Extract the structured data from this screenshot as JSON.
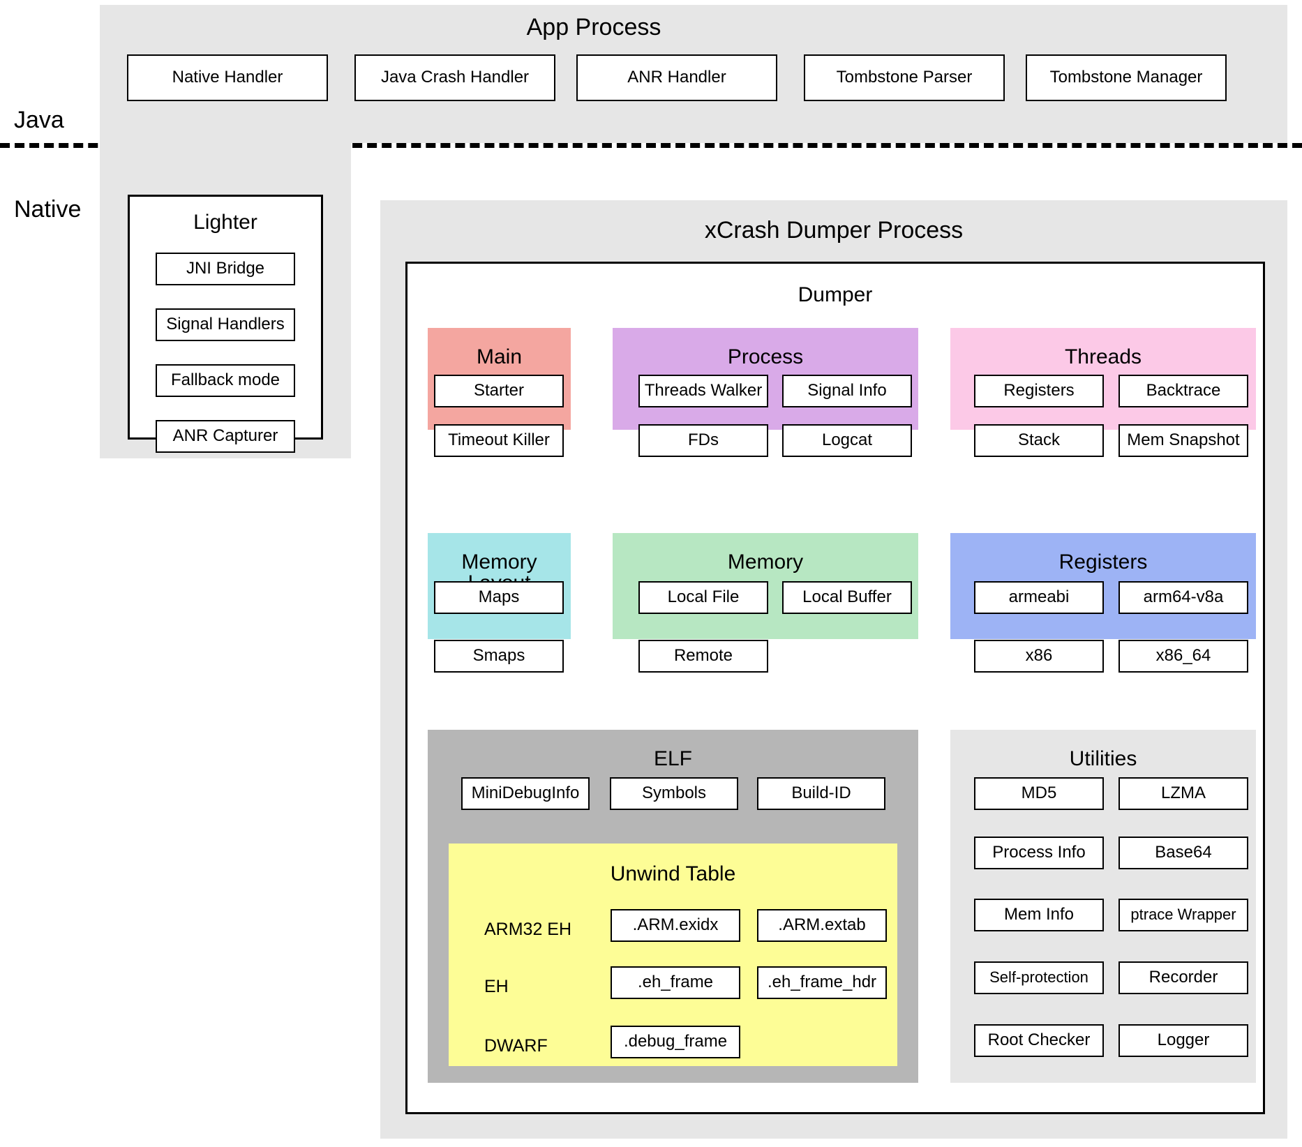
{
  "layers": {
    "java_label": "Java",
    "native_label": "Native"
  },
  "app_process": {
    "title": "App Process",
    "boxes": [
      {
        "label": "Native Handler"
      },
      {
        "label": "Java Crash Handler"
      },
      {
        "label": "ANR Handler"
      },
      {
        "label": "Tombstone Parser"
      },
      {
        "label": "Tombstone Manager"
      }
    ]
  },
  "lighter": {
    "title": "Lighter",
    "items": [
      {
        "label": "JNI Bridge"
      },
      {
        "label": "Signal Handlers"
      },
      {
        "label": "Fallback mode"
      },
      {
        "label": "ANR Capturer"
      }
    ]
  },
  "xcrash": {
    "title": "xCrash Dumper Process",
    "dumper_title": "Dumper",
    "groups": {
      "main": {
        "title": "Main",
        "color": "#f4a6a0",
        "items": [
          "Starter",
          "Timeout Killer"
        ]
      },
      "process": {
        "title": "Process",
        "color": "#d9aae8",
        "items": [
          "Threads Walker",
          "Signal Info",
          "FDs",
          "Logcat"
        ]
      },
      "threads": {
        "title": "Threads",
        "color": "#fcc9e7",
        "items": [
          "Registers",
          "Backtrace",
          "Stack",
          "Mem Snapshot"
        ]
      },
      "memorylayout": {
        "title": "Memory Layout",
        "color": "#a6e5e8",
        "items": [
          "Maps",
          "Smaps"
        ]
      },
      "memory": {
        "title": "Memory",
        "color": "#b7e7c2",
        "items": [
          "Local File",
          "Local Buffer",
          "Remote"
        ]
      },
      "registers": {
        "title": "Registers",
        "color": "#9db3f5",
        "items": [
          "armeabi",
          "arm64-v8a",
          "x86",
          "x86_64"
        ]
      },
      "elf": {
        "title": "ELF",
        "color": "#b6b6b6",
        "items": [
          "MiniDebugInfo",
          "Symbols",
          "Build-ID"
        ]
      },
      "utilities": {
        "title": "Utilities",
        "color": "#e6e6e6",
        "items": [
          "MD5",
          "LZMA",
          "Process Info",
          "Base64",
          "Mem Info",
          "ptrace Wrapper",
          "Self-protection",
          "Recorder",
          "Root Checker",
          "Logger"
        ]
      },
      "unwind": {
        "title": "Unwind Table",
        "color": "#fdfd96",
        "rows": [
          {
            "label": "ARM32 EH",
            "items": [
              ".ARM.exidx",
              ".ARM.extab"
            ]
          },
          {
            "label": "EH",
            "items": [
              ".eh_frame",
              ".eh_frame_hdr"
            ]
          },
          {
            "label": "DWARF",
            "items": [
              ".debug_frame"
            ]
          }
        ]
      }
    }
  }
}
